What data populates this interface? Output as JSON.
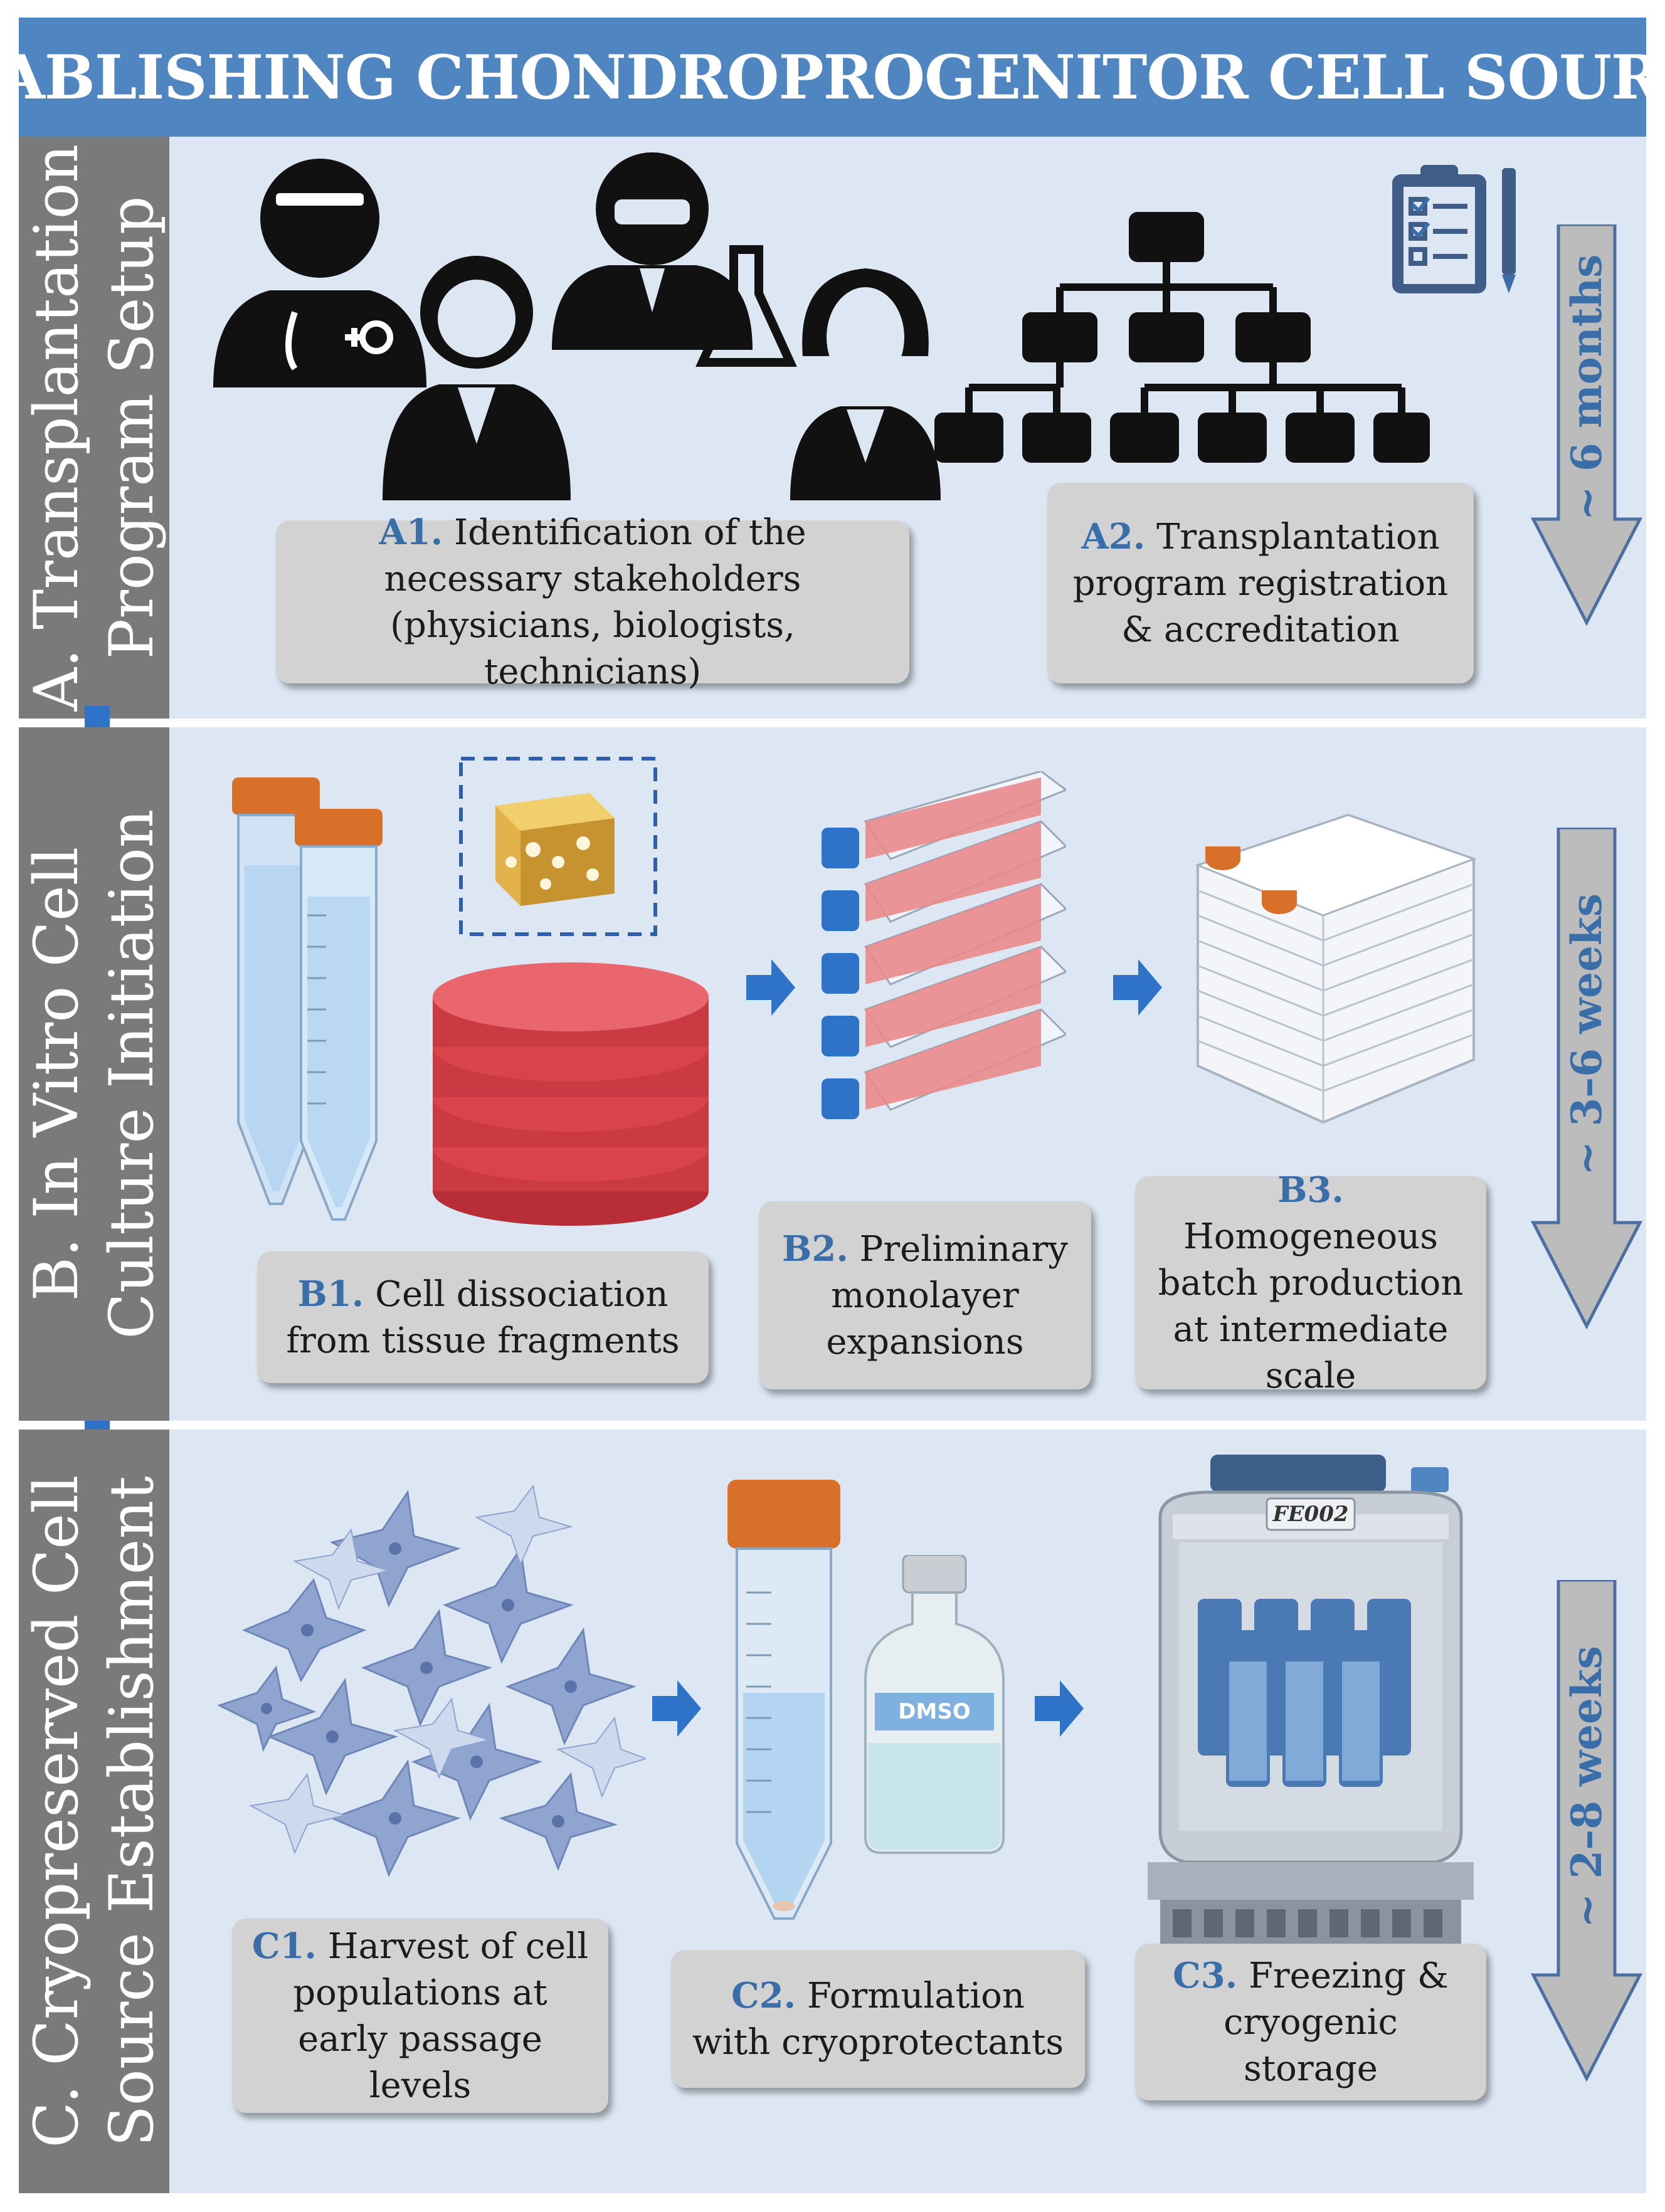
{
  "title": "ESTABLISHING CHONDROPROGENITOR CELL SOURCES",
  "sections": [
    {
      "title_line1": "A. Transplantation",
      "title_line2": "Program Setup",
      "duration": "~ 6 months",
      "steps": [
        {
          "code": "A1.",
          "text": "Identification of the necessary stakeholders (physicians, biologists, technicians)"
        },
        {
          "code": "A2.",
          "text": "Transplantation program registration & accreditation"
        }
      ]
    },
    {
      "title_line1": "B. In Vitro Cell",
      "title_line2": "Culture Initiation",
      "duration": "~ 3–6 weeks",
      "steps": [
        {
          "code": "B1.",
          "text": "Cell dissociation from tissue fragments"
        },
        {
          "code": "B2.",
          "text": "Preliminary monolayer expansions"
        },
        {
          "code": "B3.",
          "text": "Homogeneous batch production at intermediate scale"
        }
      ]
    },
    {
      "title_line1": "C. Cryopreserved Cell",
      "title_line2": "Source Establishment",
      "duration": "~ 2–8 weeks",
      "steps": [
        {
          "code": "C1.",
          "text": "Harvest of cell populations at early passage levels"
        },
        {
          "code": "C2.",
          "text": "Formulation with cryoprotectants"
        },
        {
          "code": "C3.",
          "text": "Freezing & cryogenic storage"
        }
      ]
    }
  ],
  "illustration_text": {
    "dmso_label": "DMSO",
    "tank_label": "FE002"
  },
  "colors": {
    "title_bar": "#4f86c1",
    "side_bar": "#7a7a7a",
    "panel": "#dce7f3",
    "accent": "#3a6ea8",
    "label_box": "#d2d2d2",
    "flask_cap": "#2f73c9",
    "tube_cap": "#d9702a",
    "media": "#d9434a"
  },
  "icons": [
    "people-icon",
    "org-chart-icon",
    "clipboard-icon",
    "centrifuge-tube-icon",
    "tissue-fragment-icon",
    "petri-dish-stack-icon",
    "culture-flask-stack-icon",
    "cell-factory-icon",
    "cells-icon",
    "dmso-bottle-icon",
    "cryo-tank-icon",
    "arrow-right-icon",
    "arrow-down-icon"
  ]
}
